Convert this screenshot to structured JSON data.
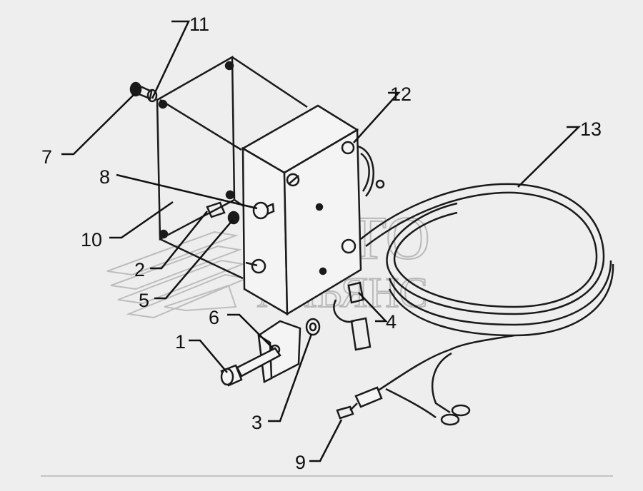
{
  "watermark": {
    "line1": "АВТО",
    "line2": "АЛЬЯНС"
  },
  "callouts": [
    {
      "id": "c1",
      "label": "1"
    },
    {
      "id": "c2",
      "label": "2"
    },
    {
      "id": "c3",
      "label": "3"
    },
    {
      "id": "c4",
      "label": "4"
    },
    {
      "id": "c5",
      "label": "5"
    },
    {
      "id": "c6",
      "label": "6"
    },
    {
      "id": "c7",
      "label": "7"
    },
    {
      "id": "c8",
      "label": "8"
    },
    {
      "id": "c9",
      "label": "9"
    },
    {
      "id": "c10",
      "label": "10"
    },
    {
      "id": "c11",
      "label": "11"
    },
    {
      "id": "c12",
      "label": "12"
    },
    {
      "id": "c13",
      "label": "13"
    }
  ]
}
